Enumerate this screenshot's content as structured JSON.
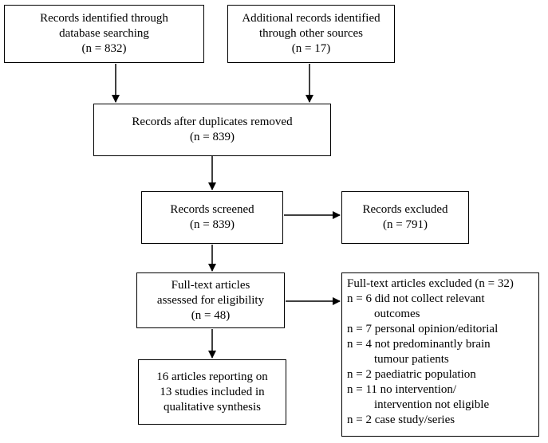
{
  "boxes": {
    "identified_db": {
      "lines": [
        "Records identified through",
        "database searching",
        "(n = 832)"
      ]
    },
    "identified_other": {
      "lines": [
        "Additional records identified",
        "through other sources",
        "(n = 17)"
      ]
    },
    "after_duplicates": {
      "lines": [
        "Records after duplicates removed",
        "(n = 839)"
      ]
    },
    "screened": {
      "lines": [
        "Records screened",
        "(n = 839)"
      ]
    },
    "excluded": {
      "lines": [
        "Records excluded",
        "(n = 791)"
      ]
    },
    "fulltext_assessed": {
      "lines": [
        "Full-text articles",
        "assessed for eligibility",
        "(n = 48)"
      ]
    },
    "included": {
      "lines": [
        "16 articles reporting on",
        "13 studies included in",
        "qualitative synthesis"
      ]
    },
    "fulltext_excluded": {
      "title": "Full-text articles excluded (n = 32)",
      "reasons": [
        {
          "first": "n = 6 did not collect relevant",
          "rest": "outcomes"
        },
        {
          "first": "n = 7 personal opinion/editorial",
          "rest": ""
        },
        {
          "first": "n = 4 not predominantly brain",
          "rest": "tumour patients"
        },
        {
          "first": "n = 2 paediatric population",
          "rest": ""
        },
        {
          "first": "n = 11 no intervention/",
          "rest": "intervention not eligible"
        },
        {
          "first": "n = 2 case study/series",
          "rest": ""
        }
      ]
    }
  }
}
